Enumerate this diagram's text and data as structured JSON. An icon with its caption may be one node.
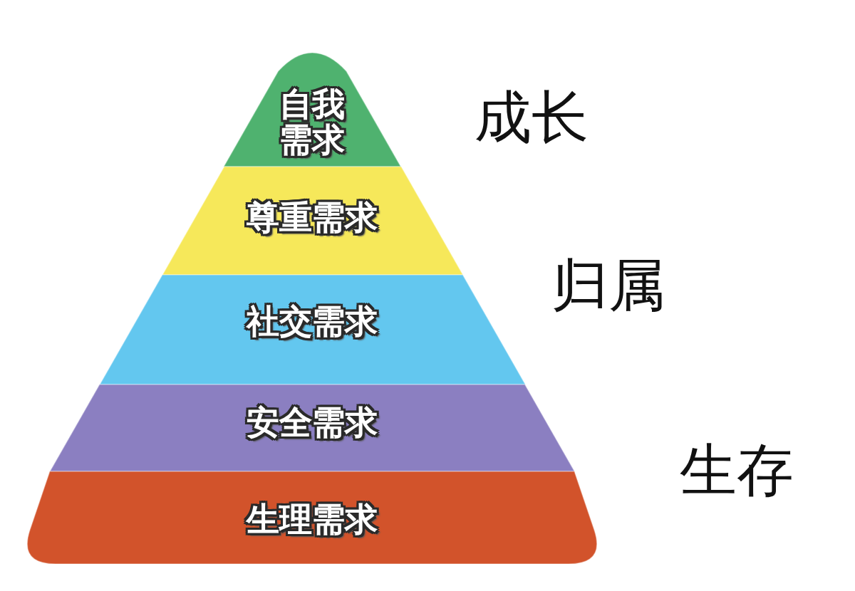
{
  "diagram": {
    "nodes": [
      {
        "text": [
          "自我需求"
        ]
      },
      {
        "text": [
          "尊重需求"
        ]
      },
      {
        "text": [
          "社交需求"
        ]
      },
      {
        "text": [
          "安全需求"
        ]
      },
      {
        "text": [
          "生理需求"
        ]
      }
    ],
    "labels": [
      "成长",
      "归属",
      "生存"
    ]
  }
}
